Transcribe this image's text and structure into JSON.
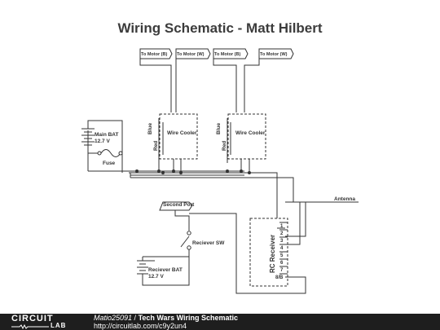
{
  "title": "Wiring Schematic - Matt Hilbert",
  "motor_labels": [
    "To Motor (B)",
    "To Motor (W)",
    "To Motor (B)",
    "To Motor (W)"
  ],
  "wire_cooler_labels": [
    "Wire Cooler",
    "Wire Cooler"
  ],
  "wire_labels": {
    "blue": "Blue",
    "red": "Red"
  },
  "main_battery": {
    "name": "Main BAT",
    "voltage": "12.7 V"
  },
  "fuse_label": "Fuse",
  "antenna_label": "Antenna",
  "second_port_label": "Second Port",
  "receiver_switch_label": "Reciever SW",
  "receiver_battery": {
    "name": "Reciever BAT",
    "voltage": "12.7 V"
  },
  "rc_receiver": {
    "name": "RC Receiver",
    "pins": [
      "1",
      "2",
      "3",
      "4",
      "5",
      "6",
      "7",
      "8/B"
    ]
  },
  "footer": {
    "logo_top": "CIRCUIT",
    "logo_bottom": "LAB",
    "author": "Matio25091",
    "separator": " / ",
    "design_title": "Tech Wars Wiring Schematic",
    "url": "http://circuitlab.com/c9y2un4"
  }
}
